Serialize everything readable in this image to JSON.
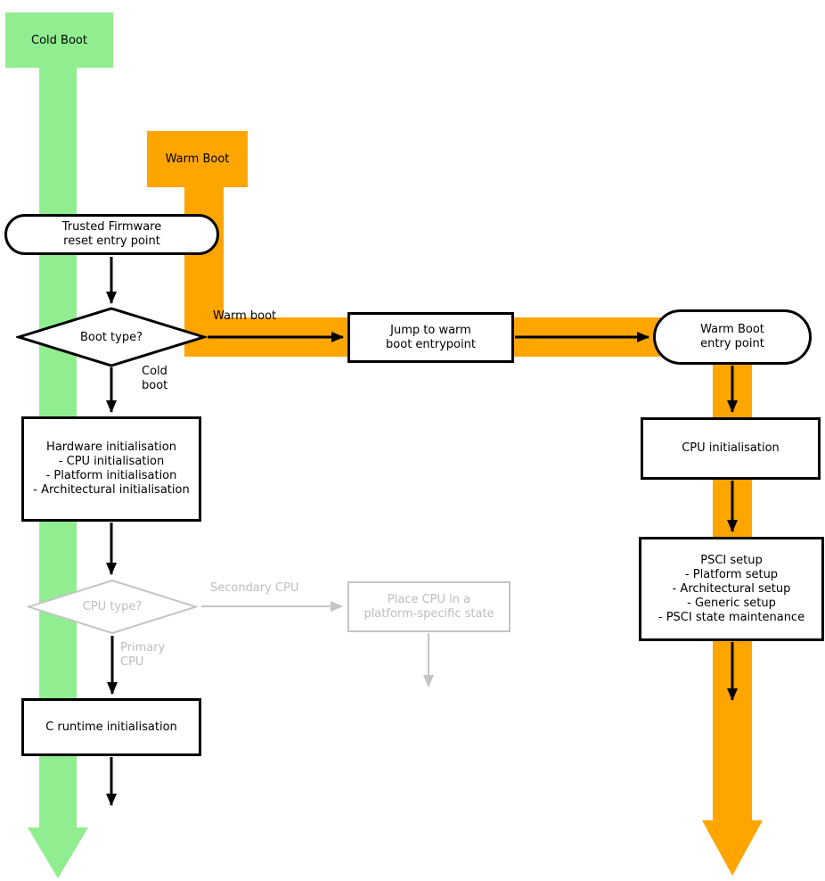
{
  "colors": {
    "cold_boot_green": "#90EE90",
    "warm_boot_orange": "#FFA500",
    "inactive_grey": "#C4C4C4",
    "line_black": "#000000"
  },
  "swimlanes": {
    "cold_boot_label": "Cold Boot",
    "warm_boot_label": "Warm Boot"
  },
  "nodes": {
    "reset_entry": {
      "lines": [
        "Trusted Firmware",
        "reset entry point"
      ]
    },
    "boot_type": {
      "label": "Boot type?"
    },
    "jump_warm": {
      "lines": [
        "Jump to warm",
        "boot entrypoint"
      ]
    },
    "warm_entry": {
      "lines": [
        "Warm Boot",
        "entry point"
      ]
    },
    "hardware_init": {
      "lines": [
        "Hardware initialisation",
        "- CPU initialisation",
        "- Platform initialisation",
        "- Architectural initialisation"
      ]
    },
    "cpu_type": {
      "label": "CPU type?"
    },
    "place_cpu": {
      "lines": [
        "Place CPU in a",
        "platform-specific state"
      ]
    },
    "c_runtime": {
      "label": "C runtime initialisation"
    },
    "cpu_init": {
      "label": "CPU initialisation"
    },
    "psci_setup": {
      "lines": [
        "PSCI setup",
        "- Platform setup",
        "- Architectural setup",
        "- Generic setup",
        "- PSCI state maintenance"
      ]
    }
  },
  "edge_labels": {
    "warm_boot": "Warm boot",
    "cold_boot": {
      "lines": [
        "Cold",
        "boot"
      ]
    },
    "secondary_cpu": "Secondary CPU",
    "primary_cpu": {
      "lines": [
        "Primary",
        "CPU"
      ]
    }
  }
}
